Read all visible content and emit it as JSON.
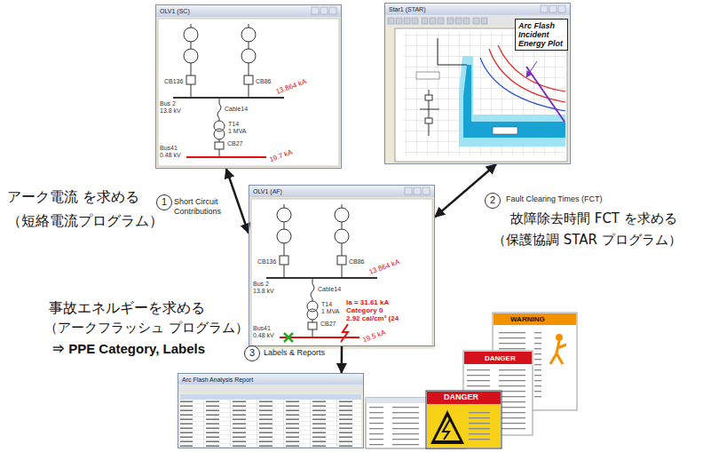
{
  "diagram": {
    "nodes": [
      {
        "text": [
          "OLV1 (SC)"
        ]
      },
      {
        "text": [
          "Star1 (STAR)"
        ]
      },
      {
        "text": [
          "Arc Flash Incident Energy Plot"
        ],
        "in": 1
      },
      {
        "text": [
          "OLV1 (AF)"
        ]
      },
      {
        "text": [
          "Arc Flash Analysis Report"
        ]
      }
    ],
    "edges": [
      {
        "from": 0,
        "to": 3,
        "arrow": "both",
        "label": "Short Circuit Contributions"
      },
      {
        "from": 1,
        "to": 3,
        "arrow": "both",
        "label": "Fault Clearing Times (FCT)"
      },
      {
        "from": 3,
        "to": 4,
        "arrow": "to",
        "label": "Labels & Reports"
      }
    ],
    "labels": [
      "アーク電流 を求める",
      "（短絡電流プログラム）",
      "1",
      "2",
      "故障除去時間 FCT を求める",
      "（保護協調 STAR プログラム）",
      "3",
      "事故エネルギーを求める",
      "（アークフラッシュ プログラム）",
      "⇒ PPE Category, Labels",
      "CB136",
      "CB86",
      "Bus 2",
      "13.8 kV",
      "Cable14",
      "T14",
      "1 MVA",
      "CB27",
      "Bus41",
      "0.48 kV",
      "13.864 kA",
      "19.7 kA",
      "CB136",
      "CB86",
      "Bus 2",
      "13.8 kV",
      "Cable14",
      "T14",
      "1 MVA",
      "CB27",
      "Bus41",
      "0.48 kV",
      "13.864 kA",
      "19.5 kA",
      "Ia = 31.61 kA",
      "Category 0",
      "2.92 cal/cm² (24",
      "WARNING",
      "DANGER",
      "DANGER"
    ]
  }
}
